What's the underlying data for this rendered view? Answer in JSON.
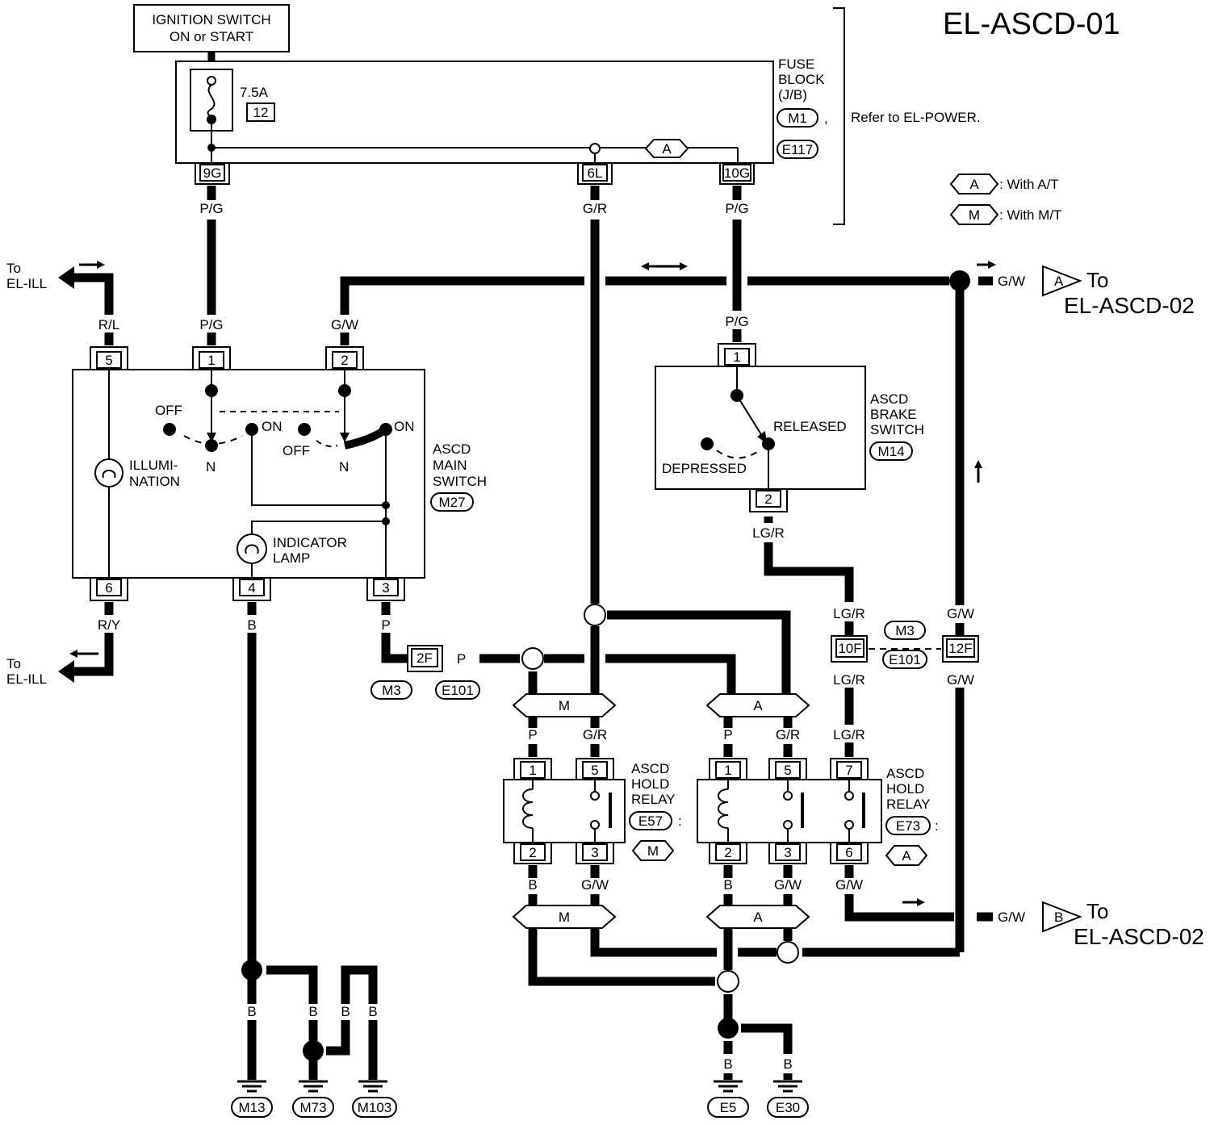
{
  "title": "EL-ASCD-01",
  "power": {
    "ignition_line1": "IGNITION SWITCH",
    "ignition_line2": "ON or START",
    "fuse_rating": "7.5A",
    "fuse_no": "12",
    "fuse_block": [
      "FUSE",
      "BLOCK",
      "(J/B)"
    ],
    "fuse_conn_1": "M1",
    "fuse_conn_comma": ",",
    "fuse_conn_2": "E117",
    "refer": "Refer to EL-POWER.",
    "term_9g": "9G",
    "term_6l": "6L",
    "term_10g": "10G",
    "wire_9g": "P/G",
    "wire_6l": "G/R",
    "wire_10g": "P/G",
    "diamond_a": "A"
  },
  "legend": {
    "a_tag": "A",
    "a_text": ": With A/T",
    "m_tag": "M",
    "m_text": ": With M/T"
  },
  "offpage": {
    "to": "To",
    "ill": "EL-ILL",
    "ascd02": "EL-ASCD-02",
    "gw": "G/W",
    "tag_a": "A",
    "tag_b": "B"
  },
  "main_switch": {
    "name": [
      "ASCD",
      "MAIN",
      "SWITCH"
    ],
    "conn": "M27",
    "wire_rl": "R/L",
    "wire_pg": "P/G",
    "wire_gw": "G/W",
    "wire_ry": "R/Y",
    "wire_b": "B",
    "wire_p": "P",
    "t1": "1",
    "t2": "2",
    "t3": "3",
    "t4": "4",
    "t5": "5",
    "t6": "6",
    "off": "OFF",
    "on": "ON",
    "n": "N",
    "illum": [
      "ILLUMI-",
      "NATION"
    ],
    "lamp": [
      "INDICATOR",
      "LAMP"
    ]
  },
  "brake_switch": {
    "name": [
      "ASCD",
      "BRAKE",
      "SWITCH"
    ],
    "conn": "M14",
    "wire_top": "P/G",
    "wire_bot": "LG/R",
    "t1": "1",
    "t2": "2",
    "released": "RELEASED",
    "depressed": "DEPRESSED"
  },
  "joint": {
    "t2f": "2F",
    "wire_p": "P",
    "c1": "M3",
    "c2": "E101",
    "t10f": "10F",
    "t12f": "12F",
    "wire_lgr": "LG/R",
    "wire_gw": "G/W"
  },
  "relay_m": {
    "name": [
      "ASCD",
      "HOLD",
      "RELAY"
    ],
    "conn": "E57",
    "colon": ":",
    "tag": "M",
    "t1": "1",
    "t2": "2",
    "t3": "3",
    "t5": "5",
    "w1": "P",
    "w5": "G/R",
    "w2": "B",
    "w3": "G/W"
  },
  "relay_a": {
    "name": [
      "ASCD",
      "HOLD",
      "RELAY"
    ],
    "conn": "E73",
    "colon": ":",
    "tag": "A",
    "t1": "1",
    "t2": "2",
    "t3": "3",
    "t5": "5",
    "t6": "6",
    "t7": "7",
    "w1": "P",
    "w5": "G/R",
    "w7": "LG/R",
    "w2": "B",
    "w3": "G/W",
    "w6": "G/W"
  },
  "option": {
    "m": "M",
    "a": "A"
  },
  "grounds": {
    "wire_b": "B",
    "g1": "M13",
    "g2": "M73",
    "g3": "M103",
    "g4": "E5",
    "g5": "E30"
  }
}
